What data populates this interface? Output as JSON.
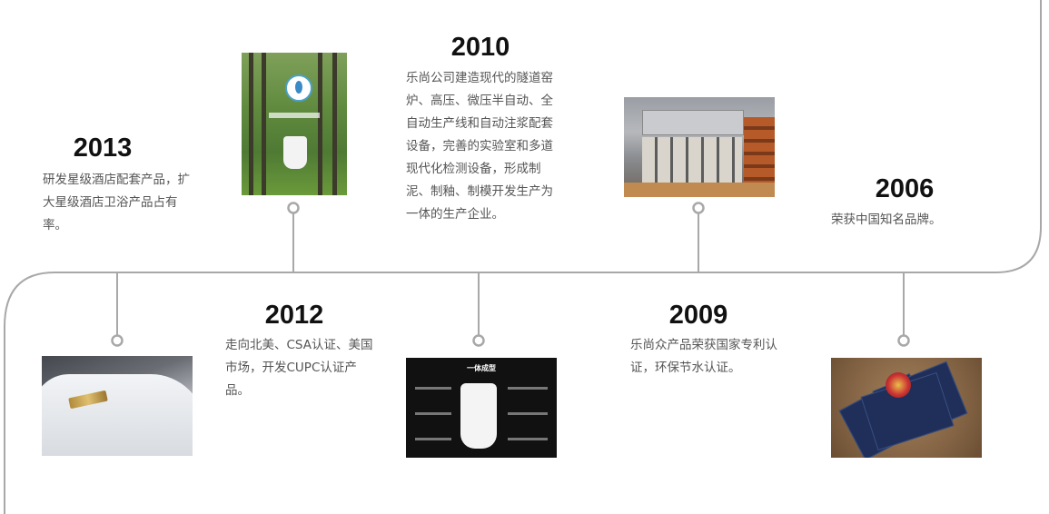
{
  "colors": {
    "line": "#a8a8a8",
    "year": "#111111",
    "text": "#555555"
  },
  "milestones": [
    {
      "year": "2013",
      "text": "研发星级酒店配套产品，扩大星级酒店卫浴产品占有率。"
    },
    {
      "year": "2010",
      "text": "乐尚公司建造现代的隧道窑炉、高压、微压半自动、全自动生产线和自动注浆配套设备，完善的实验室和多道现代化检测设备，形成制泥、制釉、制模开发生产为一体的生产企业。"
    },
    {
      "year": "2006",
      "text": "荣获中国知名品牌。"
    },
    {
      "year": "2012",
      "text": "走向北美、CSA认证、美国市场，开发CUPC认证产品。"
    },
    {
      "year": "2009",
      "text": "乐尚众产品荣获国家专利认证，环保节水认证。"
    }
  ],
  "photos": {
    "diagram_title": "一体成型"
  }
}
